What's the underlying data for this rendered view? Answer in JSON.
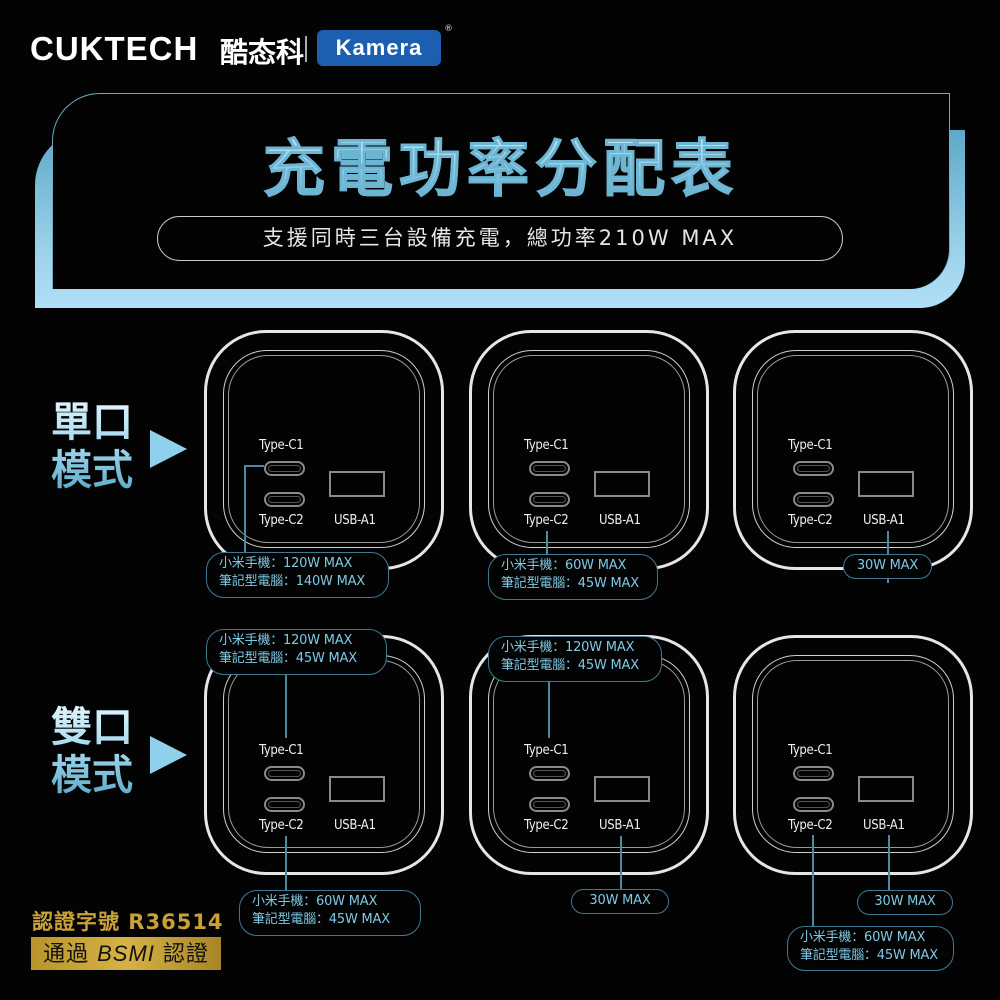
{
  "header": {
    "brand_en": "CUKTECH",
    "brand_cn": "酷态科",
    "partner_brand": "Kamera",
    "registered_mark": "®",
    "colors": {
      "partner_bg": "#1c5fb0"
    }
  },
  "banner": {
    "title": "充電功率分配表",
    "subtitle": "支援同時三台設備充電，總功率210W MAX",
    "colors": {
      "accent": "#8fcde6",
      "frame": "#9fd3ec"
    }
  },
  "modes": [
    {
      "label_line1": "單口",
      "label_line2": "模式",
      "devices": [
        {
          "ports": {
            "c1": "Type-C1",
            "c2": "Type-C2",
            "a1": "USB-A1"
          },
          "active_port": "Type-C1",
          "callout": {
            "line1": "小米手機：120W MAX",
            "line2": "筆記型電腦：140W MAX"
          }
        },
        {
          "ports": {
            "c1": "Type-C1",
            "c2": "Type-C2",
            "a1": "USB-A1"
          },
          "active_port": "Type-C2",
          "callout": {
            "line1": "小米手機：60W MAX",
            "line2": "筆記型電腦：45W MAX"
          }
        },
        {
          "ports": {
            "c1": "Type-C1",
            "c2": "Type-C2",
            "a1": "USB-A1"
          },
          "active_port": "USB-A1",
          "callout": {
            "line1": "30W MAX"
          }
        }
      ]
    },
    {
      "label_line1": "雙口",
      "label_line2": "模式",
      "devices": [
        {
          "ports": {
            "c1": "Type-C1",
            "c2": "Type-C2",
            "a1": "USB-A1"
          },
          "active_ports": [
            "Type-C1",
            "Type-C2"
          ],
          "callout_top": {
            "line1": "小米手機：120W MAX",
            "line2": "筆記型電腦：45W MAX"
          },
          "callout_bottom": {
            "line1": "小米手機：60W MAX",
            "line2": "筆記型電腦：45W MAX"
          }
        },
        {
          "ports": {
            "c1": "Type-C1",
            "c2": "Type-C2",
            "a1": "USB-A1"
          },
          "active_ports": [
            "Type-C1",
            "USB-A1"
          ],
          "callout_top": {
            "line1": "小米手機：120W MAX",
            "line2": "筆記型電腦：45W MAX"
          },
          "callout_bottom": {
            "line1": "30W MAX"
          }
        },
        {
          "ports": {
            "c1": "Type-C1",
            "c2": "Type-C2",
            "a1": "USB-A1"
          },
          "active_ports": [
            "Type-C2",
            "USB-A1"
          ],
          "callout_a1": {
            "line1": "30W MAX"
          },
          "callout_c2": {
            "line1": "小米手機：60W MAX",
            "line2": "筆記型電腦：45W MAX"
          }
        }
      ]
    }
  ],
  "certification": {
    "number_label": "認證字號 R36514",
    "badge_prefix": "通過",
    "badge_bsmi": "BSMI",
    "badge_suffix": "認證",
    "colors": {
      "gold": "#c9a134"
    }
  }
}
